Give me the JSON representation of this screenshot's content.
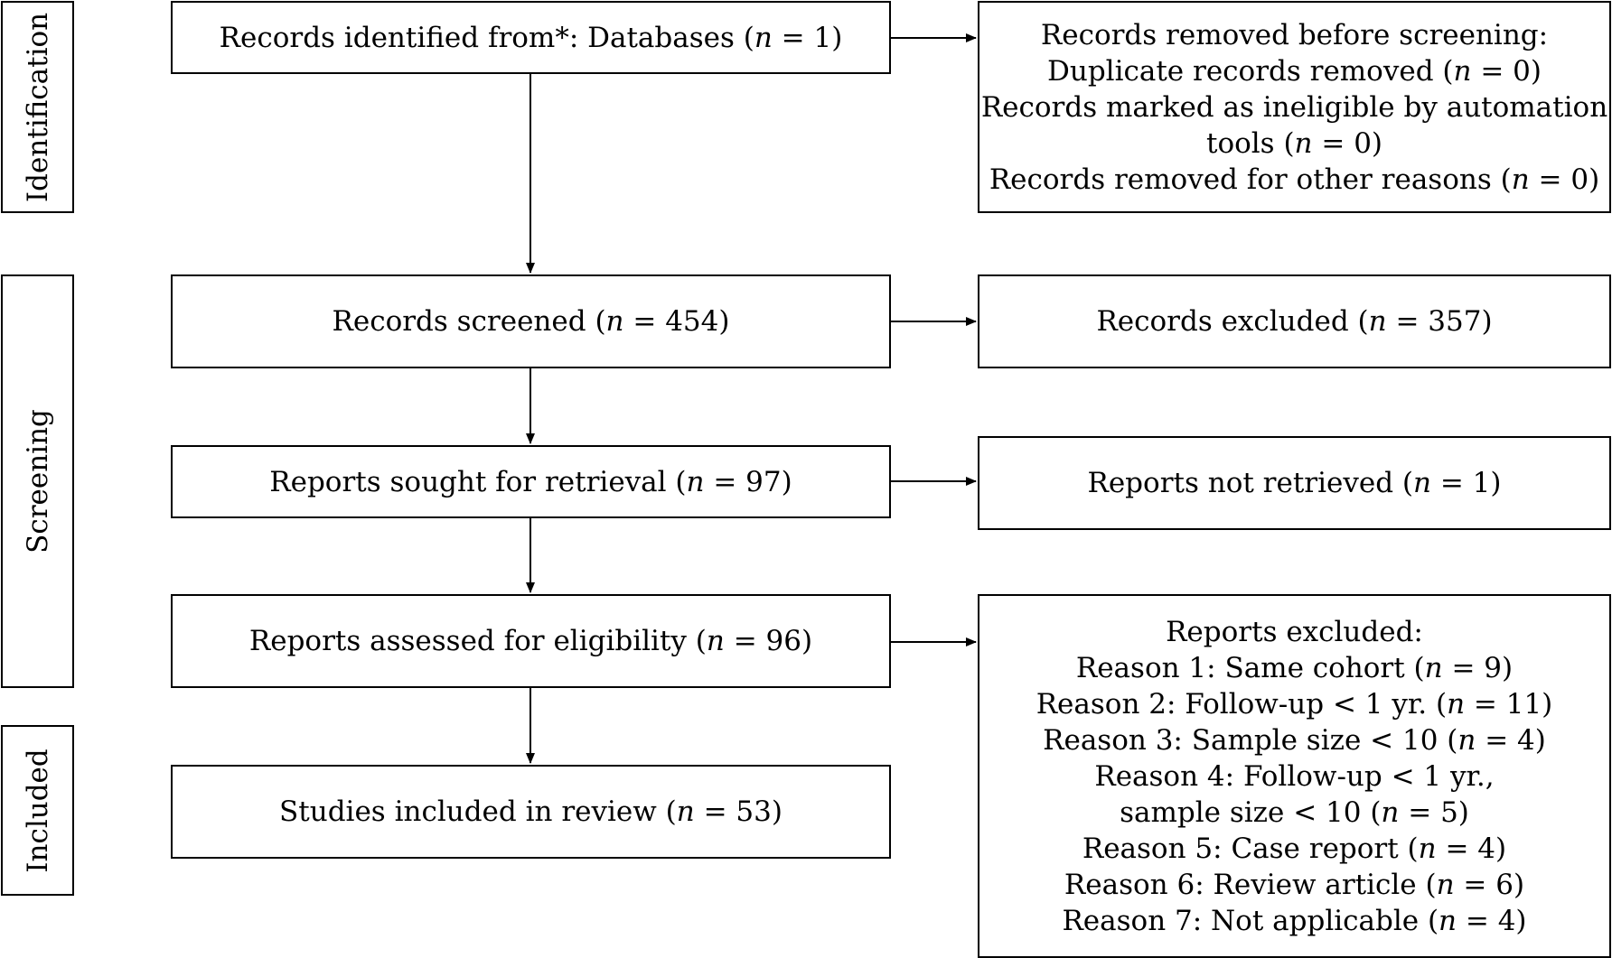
{
  "phases": {
    "identification": "Identification",
    "screening": "Screening",
    "included": "Included"
  },
  "boxes": {
    "identified": {
      "prefix": "Records identified from*: Databases (",
      "n": "n",
      "suffix": " = 1)"
    },
    "removed": {
      "title": "Records removed before screening:",
      "lines": [
        {
          "prefix": "Duplicate records removed (",
          "n": "n",
          "suffix": " = 0)"
        },
        {
          "prefix": "Records marked as ineligible by automation",
          "n": "",
          "suffix": ""
        },
        {
          "prefix": "tools (",
          "n": "n",
          "suffix": " = 0)"
        },
        {
          "prefix": "Records removed for other reasons (",
          "n": "n",
          "suffix": " = 0)"
        }
      ]
    },
    "screened": {
      "prefix": "Records screened (",
      "n": "n",
      "suffix": " = 454)"
    },
    "excluded": {
      "prefix": "Records excluded (",
      "n": "n",
      "suffix": " = 357)"
    },
    "sought": {
      "prefix": "Reports sought for retrieval (",
      "n": "n",
      "suffix": " = 97)"
    },
    "not_retrieved": {
      "prefix": "Reports not retrieved (",
      "n": "n",
      "suffix": " = 1)"
    },
    "assessed": {
      "prefix": "Reports assessed for eligibility (",
      "n": "n",
      "suffix": " = 96)"
    },
    "reports_excluded": {
      "title": "Reports excluded:",
      "lines": [
        {
          "prefix": "Reason 1: Same cohort (",
          "n": "n",
          "suffix": " = 9)"
        },
        {
          "prefix": "Reason 2: Follow-up < 1 yr. (",
          "n": "n",
          "suffix": " = 11)"
        },
        {
          "prefix": "Reason 3: Sample size < 10 (",
          "n": "n",
          "suffix": " = 4)"
        },
        {
          "prefix": "Reason 4: Follow-up < 1 yr.,",
          "n": "",
          "suffix": ""
        },
        {
          "prefix": "sample size < 10 (",
          "n": "n",
          "suffix": " = 5)"
        },
        {
          "prefix": "Reason 5: Case report (",
          "n": "n",
          "suffix": " = 4)"
        },
        {
          "prefix": "Reason 6: Review article (",
          "n": "n",
          "suffix": " = 6)"
        },
        {
          "prefix": "Reason 7: Not applicable (",
          "n": "n",
          "suffix": " = 4)"
        }
      ]
    },
    "included": {
      "prefix": "Studies included in review (",
      "n": "n",
      "suffix": " = 53)"
    }
  }
}
